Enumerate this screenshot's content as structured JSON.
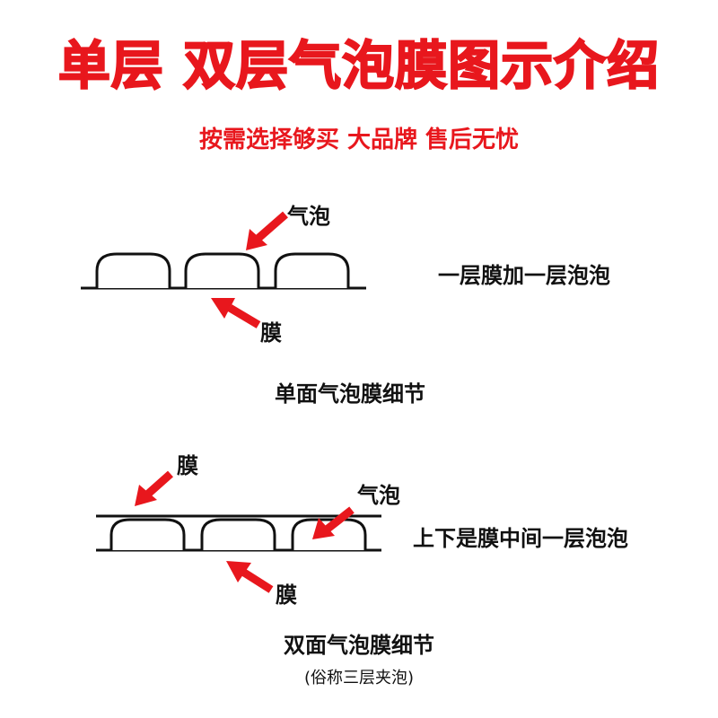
{
  "title": "单层 双层气泡膜图示介绍",
  "subtitle": "按需选择够买 大品牌 售后无忧",
  "single": {
    "bubble_label": "气泡",
    "film_label": "膜",
    "description": "一层膜加一层泡泡",
    "caption": "单面气泡膜细节"
  },
  "double": {
    "film_top_label": "膜",
    "bubble_label": "气泡",
    "film_bottom_label": "膜",
    "description": "上下是膜中间一层泡泡",
    "caption": "双面气泡膜细节",
    "note": "(俗称三层夹泡)"
  },
  "colors": {
    "title_red": "#e8171d",
    "arrow_red": "#e8171d",
    "line_black": "#111111"
  }
}
